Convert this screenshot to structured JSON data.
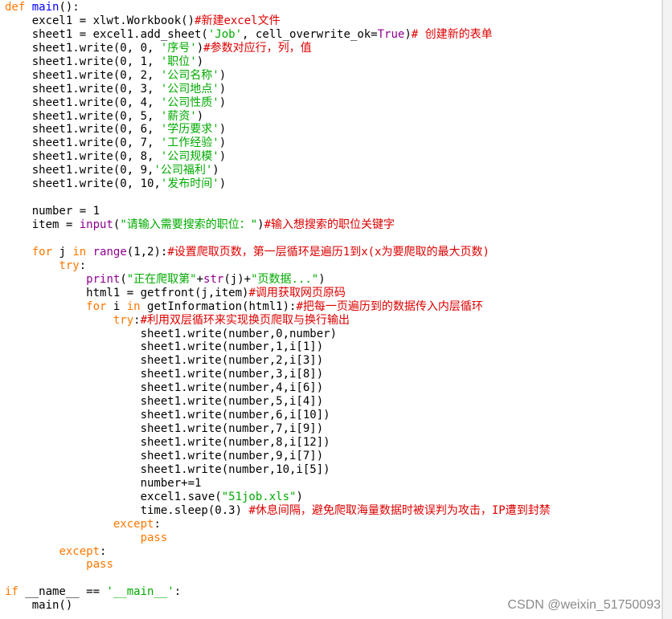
{
  "colors": {
    "keyword": "#ff7700",
    "builtin": "#900090",
    "definition": "#0000ff",
    "string": "#00aa00",
    "comment": "#dd0000",
    "text": "#000000",
    "background": "#ffffff"
  },
  "watermark": "CSDN @weixin_51750093",
  "code_lines": [
    [
      [
        "kw",
        "def"
      ],
      [
        "p",
        " "
      ],
      [
        "def",
        "main"
      ],
      [
        "p",
        "():"
      ]
    ],
    [
      [
        "p",
        "    excel1 = xlwt.Workbook()"
      ],
      [
        "cm",
        "#新建excel文件"
      ]
    ],
    [
      [
        "p",
        "    sheet1 = excel1.add_sheet("
      ],
      [
        "str",
        "'Job'"
      ],
      [
        "p",
        ", cell_overwrite_ok="
      ],
      [
        "bi",
        "True"
      ],
      [
        "p",
        ")"
      ],
      [
        "cm",
        "# 创建新的表单"
      ]
    ],
    [
      [
        "p",
        "    sheet1.write(0, 0, "
      ],
      [
        "str",
        "'序号'"
      ],
      [
        "p",
        ")"
      ],
      [
        "cm",
        "#参数对应行，列，值"
      ]
    ],
    [
      [
        "p",
        "    sheet1.write(0, 1, "
      ],
      [
        "str",
        "'职位'"
      ],
      [
        "p",
        ")"
      ]
    ],
    [
      [
        "p",
        "    sheet1.write(0, 2, "
      ],
      [
        "str",
        "'公司名称'"
      ],
      [
        "p",
        ")"
      ]
    ],
    [
      [
        "p",
        "    sheet1.write(0, 3, "
      ],
      [
        "str",
        "'公司地点'"
      ],
      [
        "p",
        ")"
      ]
    ],
    [
      [
        "p",
        "    sheet1.write(0, 4, "
      ],
      [
        "str",
        "'公司性质'"
      ],
      [
        "p",
        ")"
      ]
    ],
    [
      [
        "p",
        "    sheet1.write(0, 5, "
      ],
      [
        "str",
        "'薪资'"
      ],
      [
        "p",
        ")"
      ]
    ],
    [
      [
        "p",
        "    sheet1.write(0, 6, "
      ],
      [
        "str",
        "'学历要求'"
      ],
      [
        "p",
        ")"
      ]
    ],
    [
      [
        "p",
        "    sheet1.write(0, 7, "
      ],
      [
        "str",
        "'工作经验'"
      ],
      [
        "p",
        ")"
      ]
    ],
    [
      [
        "p",
        "    sheet1.write(0, 8, "
      ],
      [
        "str",
        "'公司规模'"
      ],
      [
        "p",
        ")"
      ]
    ],
    [
      [
        "p",
        "    sheet1.write(0, 9,"
      ],
      [
        "str",
        "'公司福利'"
      ],
      [
        "p",
        ")"
      ]
    ],
    [
      [
        "p",
        "    sheet1.write(0, 10,"
      ],
      [
        "str",
        "'发布时间'"
      ],
      [
        "p",
        ")"
      ]
    ],
    [
      [
        "p",
        ""
      ]
    ],
    [
      [
        "p",
        "    number = 1"
      ]
    ],
    [
      [
        "p",
        "    item = "
      ],
      [
        "bi",
        "input"
      ],
      [
        "p",
        "("
      ],
      [
        "str",
        "\"请输入需要搜索的职位：\""
      ],
      [
        "p",
        ")"
      ],
      [
        "cm",
        "#输入想搜索的职位关键字"
      ]
    ],
    [
      [
        "p",
        ""
      ]
    ],
    [
      [
        "p",
        "    "
      ],
      [
        "kw",
        "for"
      ],
      [
        "p",
        " j "
      ],
      [
        "kw",
        "in"
      ],
      [
        "p",
        " "
      ],
      [
        "bi",
        "range"
      ],
      [
        "p",
        "(1,2):"
      ],
      [
        "cm",
        "#设置爬取页数，第一层循环是遍历1到x(x为要爬取的最大页数)"
      ]
    ],
    [
      [
        "p",
        "        "
      ],
      [
        "kw",
        "try"
      ],
      [
        "p",
        ":"
      ]
    ],
    [
      [
        "p",
        "            "
      ],
      [
        "bi",
        "print"
      ],
      [
        "p",
        "("
      ],
      [
        "str",
        "\"正在爬取第\""
      ],
      [
        "p",
        "+"
      ],
      [
        "bi",
        "str"
      ],
      [
        "p",
        "(j)+"
      ],
      [
        "str",
        "\"页数据...\""
      ],
      [
        "p",
        ")"
      ]
    ],
    [
      [
        "p",
        "            html1 = getfront(j,item)"
      ],
      [
        "cm",
        "#调用获取网页原码"
      ]
    ],
    [
      [
        "p",
        "            "
      ],
      [
        "kw",
        "for"
      ],
      [
        "p",
        " i "
      ],
      [
        "kw",
        "in"
      ],
      [
        "p",
        " getInformation(html1):"
      ],
      [
        "cm",
        "#把每一页遍历到的数据传入内层循环"
      ]
    ],
    [
      [
        "p",
        "                "
      ],
      [
        "kw",
        "try"
      ],
      [
        "p",
        ":"
      ],
      [
        "cm",
        "#利用双层循环来实现换页爬取与换行输出"
      ]
    ],
    [
      [
        "p",
        "                    sheet1.write(number,0,number)"
      ]
    ],
    [
      [
        "p",
        "                    sheet1.write(number,1,i[1])"
      ]
    ],
    [
      [
        "p",
        "                    sheet1.write(number,2,i[3])"
      ]
    ],
    [
      [
        "p",
        "                    sheet1.write(number,3,i[8])"
      ]
    ],
    [
      [
        "p",
        "                    sheet1.write(number,4,i[6])"
      ]
    ],
    [
      [
        "p",
        "                    sheet1.write(number,5,i[4])"
      ]
    ],
    [
      [
        "p",
        "                    sheet1.write(number,6,i[10])"
      ]
    ],
    [
      [
        "p",
        "                    sheet1.write(number,7,i[9])"
      ]
    ],
    [
      [
        "p",
        "                    sheet1.write(number,8,i[12])"
      ]
    ],
    [
      [
        "p",
        "                    sheet1.write(number,9,i[7])"
      ]
    ],
    [
      [
        "p",
        "                    sheet1.write(number,10,i[5])"
      ]
    ],
    [
      [
        "p",
        "                    number+=1"
      ]
    ],
    [
      [
        "p",
        "                    excel1.save("
      ],
      [
        "str",
        "\"51job.xls\""
      ],
      [
        "p",
        ")"
      ]
    ],
    [
      [
        "p",
        "                    time.sleep(0.3) "
      ],
      [
        "cm",
        "#休息间隔，避免爬取海量数据时被误判为攻击，IP遭到封禁"
      ]
    ],
    [
      [
        "p",
        "                "
      ],
      [
        "kw",
        "except"
      ],
      [
        "p",
        ":"
      ]
    ],
    [
      [
        "p",
        "                    "
      ],
      [
        "kw",
        "pass"
      ]
    ],
    [
      [
        "p",
        "        "
      ],
      [
        "kw",
        "except"
      ],
      [
        "p",
        ":"
      ]
    ],
    [
      [
        "p",
        "            "
      ],
      [
        "kw",
        "pass"
      ]
    ],
    [
      [
        "p",
        ""
      ]
    ],
    [
      [
        "kw",
        "if"
      ],
      [
        "p",
        " __name__ == "
      ],
      [
        "str",
        "'__main__'"
      ],
      [
        "p",
        ":"
      ]
    ],
    [
      [
        "p",
        "    main()"
      ]
    ]
  ]
}
